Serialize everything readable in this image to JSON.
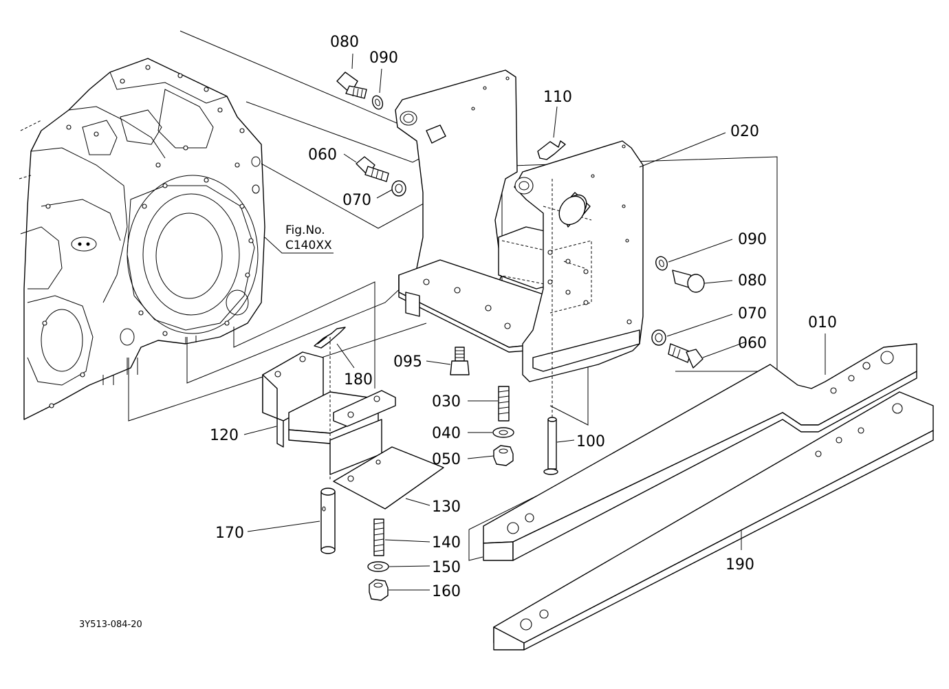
{
  "diagram": {
    "drawing_code": "3Y513-084-20",
    "figure_ref": {
      "line1": "Fig.No.",
      "line2": "C140XX"
    },
    "callouts": [
      {
        "id": "c080a",
        "text": "080"
      },
      {
        "id": "c090a",
        "text": "090"
      },
      {
        "id": "c110",
        "text": "110"
      },
      {
        "id": "c020",
        "text": "020"
      },
      {
        "id": "c060a",
        "text": "060"
      },
      {
        "id": "c070a",
        "text": "070"
      },
      {
        "id": "c090b",
        "text": "090"
      },
      {
        "id": "c080b",
        "text": "080"
      },
      {
        "id": "c070b",
        "text": "070"
      },
      {
        "id": "c010",
        "text": "010"
      },
      {
        "id": "c060b",
        "text": "060"
      },
      {
        "id": "c095",
        "text": "095"
      },
      {
        "id": "c180",
        "text": "180"
      },
      {
        "id": "c030",
        "text": "030"
      },
      {
        "id": "c040",
        "text": "040"
      },
      {
        "id": "c120",
        "text": "120"
      },
      {
        "id": "c100",
        "text": "100"
      },
      {
        "id": "c050",
        "text": "050"
      },
      {
        "id": "c130",
        "text": "130"
      },
      {
        "id": "c170",
        "text": "170"
      },
      {
        "id": "c140",
        "text": "140"
      },
      {
        "id": "c150",
        "text": "150"
      },
      {
        "id": "c190",
        "text": "190"
      },
      {
        "id": "c160",
        "text": "160"
      }
    ]
  }
}
